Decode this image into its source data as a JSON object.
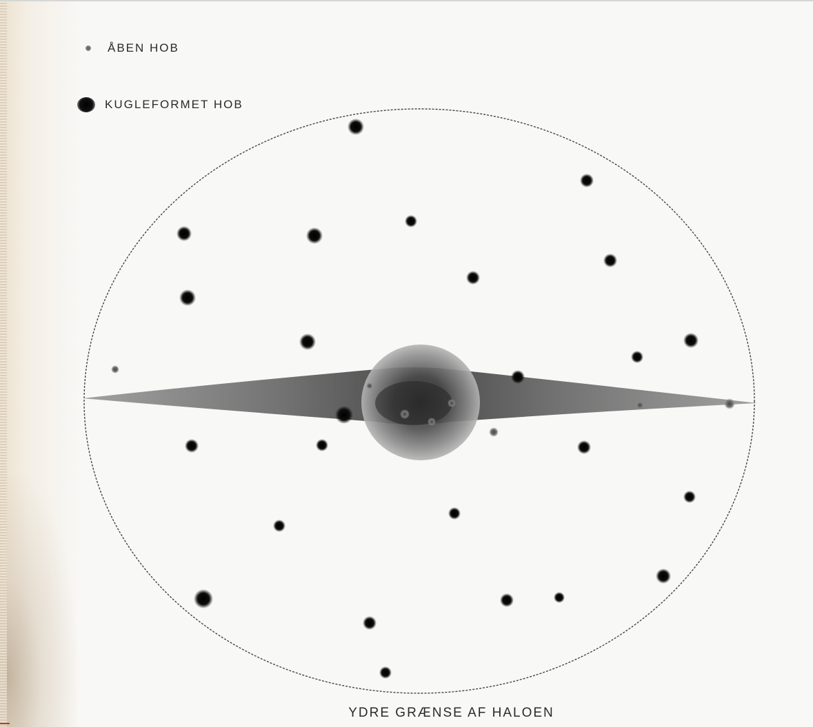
{
  "legend": {
    "open_cluster_label": "ÅBEN HOB",
    "globular_cluster_label": "KUGLEFORMET HOB"
  },
  "caption": "YDRE GRÆNSE AF HALOEN",
  "colors": {
    "ink": "#111111",
    "disk": "#555555",
    "halo_boundary": "#444444",
    "paper": "#f8f8f6"
  },
  "icons": {
    "open_cluster": "small-grey-dot",
    "globular_cluster": "large-black-dot"
  }
}
